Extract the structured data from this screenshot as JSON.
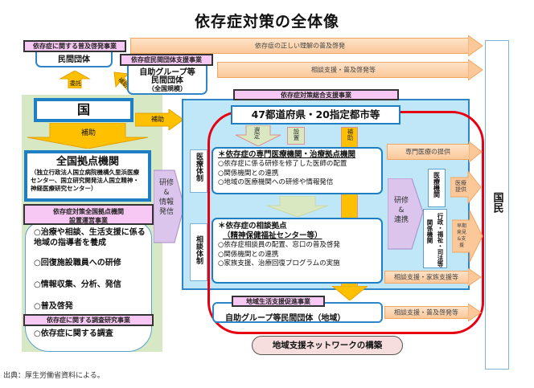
{
  "title": "依存症対策の全体像",
  "top": {
    "fukyu_label": "依存症に関する普及啓発事業",
    "minkan_dantai": "民間団体",
    "itaku": "委託",
    "hojo_diag": "補助",
    "shien_label": "依存症民間団体支援事業",
    "jijo_group_line1": "自助グループ等",
    "jijo_group_line2": "民間団体",
    "jijo_group_line3": "（全国規模）",
    "arrow1": "依存症の正しい理解の普及啓発",
    "arrow2": "相談支援・普及啓発等"
  },
  "left": {
    "kuni": "国",
    "hojo_down": "補助",
    "hojo_right": "補助",
    "kyoten_title": "全国拠点機関",
    "kyoten_sub": "（独立行政法人国立病院機構久里浜医療センター、国立研究開発法人国立精神・神経医療研究センター）",
    "kyoten_jigyo_label_line1": "依存症対策全国拠点機関",
    "kyoten_jigyo_label_line2": "設置運営事業",
    "items": [
      "○治療や相談、生活支援に係る地域の指導者を養成",
      "○回復施設職員への研修",
      "○情報収集、分析、発信",
      "○普及啓発"
    ],
    "chosa_label": "依存症に関する調査研究事業",
    "chosa_item": "○依存症に関する調査",
    "kenshu_arrow": [
      "研修",
      "&",
      "情報",
      "発信"
    ]
  },
  "center": {
    "sogo_label": "依存症対策総合支援事業",
    "prefectures": "47都道府県・20指定都市等",
    "sentei": "選定",
    "setchi": "設置",
    "hojo": "補助",
    "iryo_taisei": "医療体制",
    "sodan_taisei": "相談体制",
    "iryo_box_title": "＊依存症の専門医療機関・治療拠点機関",
    "iryo_items": [
      "○依存症に係る研修を修了した医師の配置",
      "○関係機関との連携",
      "○地域の医療機関への研修や情報発信"
    ],
    "sodan_box_title_line1": "＊依存症の相談拠点",
    "sodan_box_title_line2": "（精神保健福祉センター等）",
    "sodan_items": [
      "○依存症相談員の配置、窓口の普及啓発",
      "○関係機関との連携",
      "○家族支援、治療回復プログラムの実施"
    ],
    "chiiki_label": "地域生活支援促進事業",
    "chiiki_group": "自助グループ等民間団体（地域）",
    "network": "地域支援ネットワークの構築",
    "kenshu_renkei": [
      "研修",
      "&",
      "連携"
    ]
  },
  "right": {
    "arrow_senmon": "専門医療の提供",
    "iryo_kikan": "医療機関",
    "arrow_iryo_teikyo": "医療提供",
    "gyosei": "行政・福祉・司法等",
    "kankei_kikan": "関係機関",
    "arrow_soki": "早期発見&支援",
    "arrow_sodan_kazoku": "相談支援・家族支援等",
    "arrow_sodan_fukyu": "相談支援・普及啓発等",
    "kokumin": "国民"
  },
  "source": "出典：厚生労働省資料による。"
}
